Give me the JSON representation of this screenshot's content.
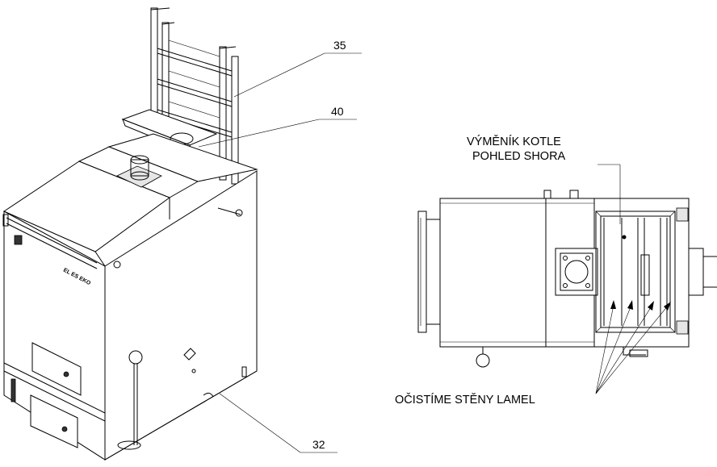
{
  "callouts": {
    "c35": "35",
    "c40": "40",
    "c32": "32"
  },
  "labels": {
    "top_view_line1": "VÝMĚNÍK KOTLE",
    "top_view_line2": "POHLED SHORA",
    "clean_walls": "OČISTÍME STĚNY LAMEL"
  },
  "colors": {
    "line": "#000000",
    "background": "#ffffff",
    "shade": "#e6e6e6"
  }
}
